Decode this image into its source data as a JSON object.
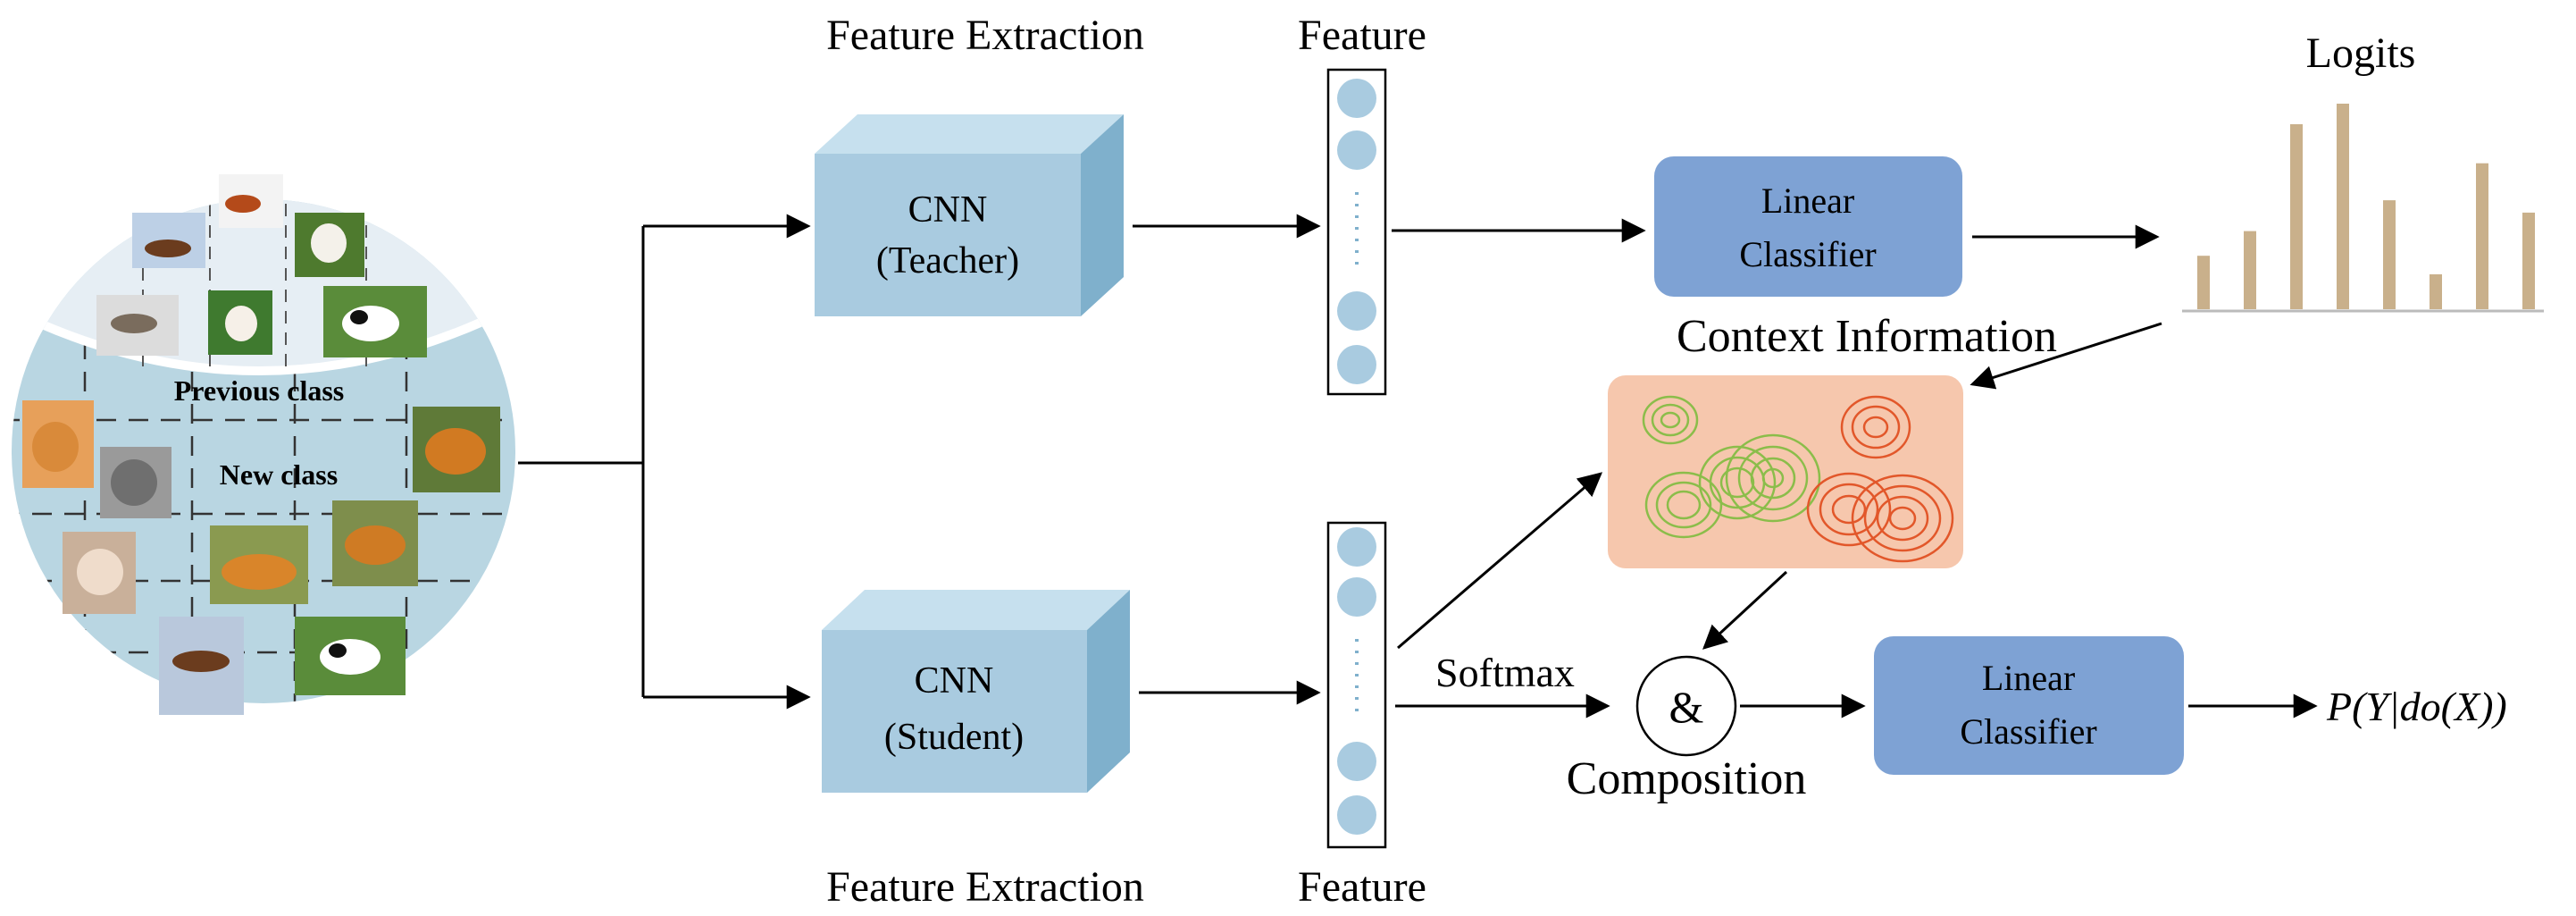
{
  "labels": {
    "feature_extraction_top": "Feature Extraction",
    "feature_extraction_bottom": "Feature Extraction",
    "feature_top": "Feature",
    "feature_bottom": "Feature",
    "logits": "Logits",
    "context_information": "Context Information",
    "softmax": "Softmax",
    "composition": "Composition",
    "and_symbol": "&",
    "output": "P(Y|do(X))"
  },
  "teacher": {
    "line1": "CNN",
    "line2": "(Teacher)"
  },
  "student": {
    "line1": "CNN",
    "line2": "(Student)"
  },
  "classifier_top": {
    "line1": "Linear",
    "line2": "Classifier"
  },
  "classifier_bottom": {
    "line1": "Linear",
    "line2": "Classifier"
  },
  "dataset": {
    "previous_class": "Previous class",
    "new_class": "New class"
  },
  "logits_values": [
    0.26,
    0.38,
    0.9,
    1.0,
    0.53,
    0.17,
    0.71,
    0.47
  ],
  "colors": {
    "cnn_front": "#a9cbe0",
    "cnn_top": "#c6e0ee",
    "cnn_side": "#7fb0cc",
    "classifier": "#7ea2d4",
    "feature_circle": "#a9cbe0",
    "context_box": "#f6c7ad",
    "bar": "#c9b08b",
    "circle_bg": "#b9d6e2"
  }
}
